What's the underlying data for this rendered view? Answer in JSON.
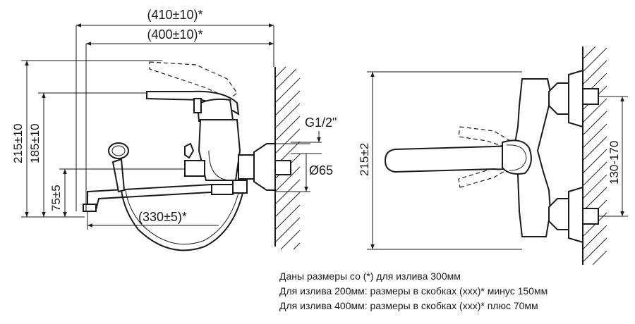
{
  "dimensions": {
    "total_width": "(410±10)*",
    "body_width": "(400±10)*",
    "spout_reach": "(330±5)*",
    "total_height": "215±10",
    "handle_height": "185±10",
    "spout_height": "75±5",
    "thread": "G1/2\"",
    "flange_diameter": "Ø65",
    "side_height": "215±2",
    "eccentric_range": "130-170"
  },
  "notes": [
    "Даны размеры со (*) для излива 300мм",
    "Для излива 200мм: размеры в скобках (xxx)* минус 150мм",
    "Для излива 400мм: размеры в скобках (xxx)* плюс 70мм"
  ]
}
